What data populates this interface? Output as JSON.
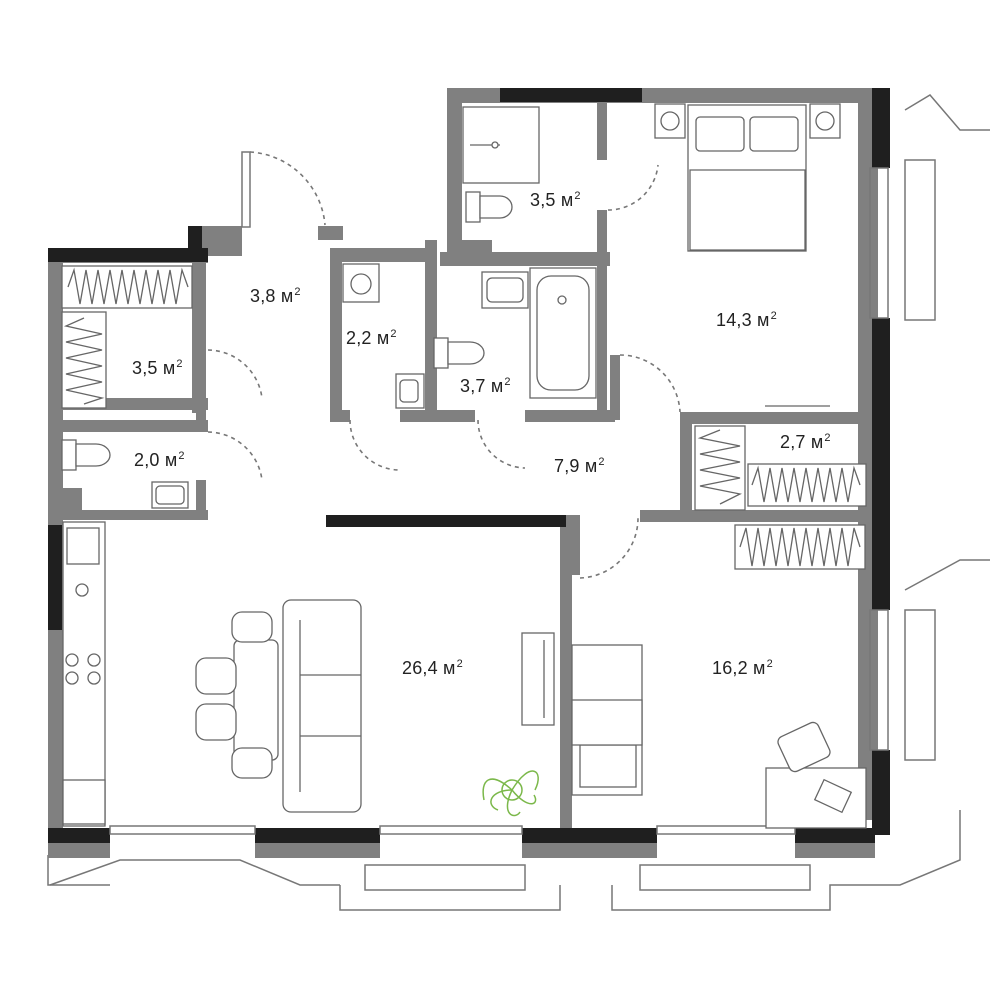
{
  "plan": {
    "unit": "м",
    "unit_exp": "2",
    "rooms": [
      {
        "id": "bath_top",
        "area": "3,5"
      },
      {
        "id": "hall",
        "area": "3,8"
      },
      {
        "id": "closet_left",
        "area": "3,5"
      },
      {
        "id": "laundry",
        "area": "2,2"
      },
      {
        "id": "bath_mid",
        "area": "3,7"
      },
      {
        "id": "bedroom",
        "area": "14,3"
      },
      {
        "id": "wardrobe_right",
        "area": "2,7"
      },
      {
        "id": "wc",
        "area": "2,0"
      },
      {
        "id": "corridor",
        "area": "7,9"
      },
      {
        "id": "living",
        "area": "26,4"
      },
      {
        "id": "bedroom_2",
        "area": "16,2"
      }
    ],
    "colors": {
      "wall": "#808080",
      "wall_dark": "#1f1f1f",
      "plant": "#7bb84a"
    }
  }
}
